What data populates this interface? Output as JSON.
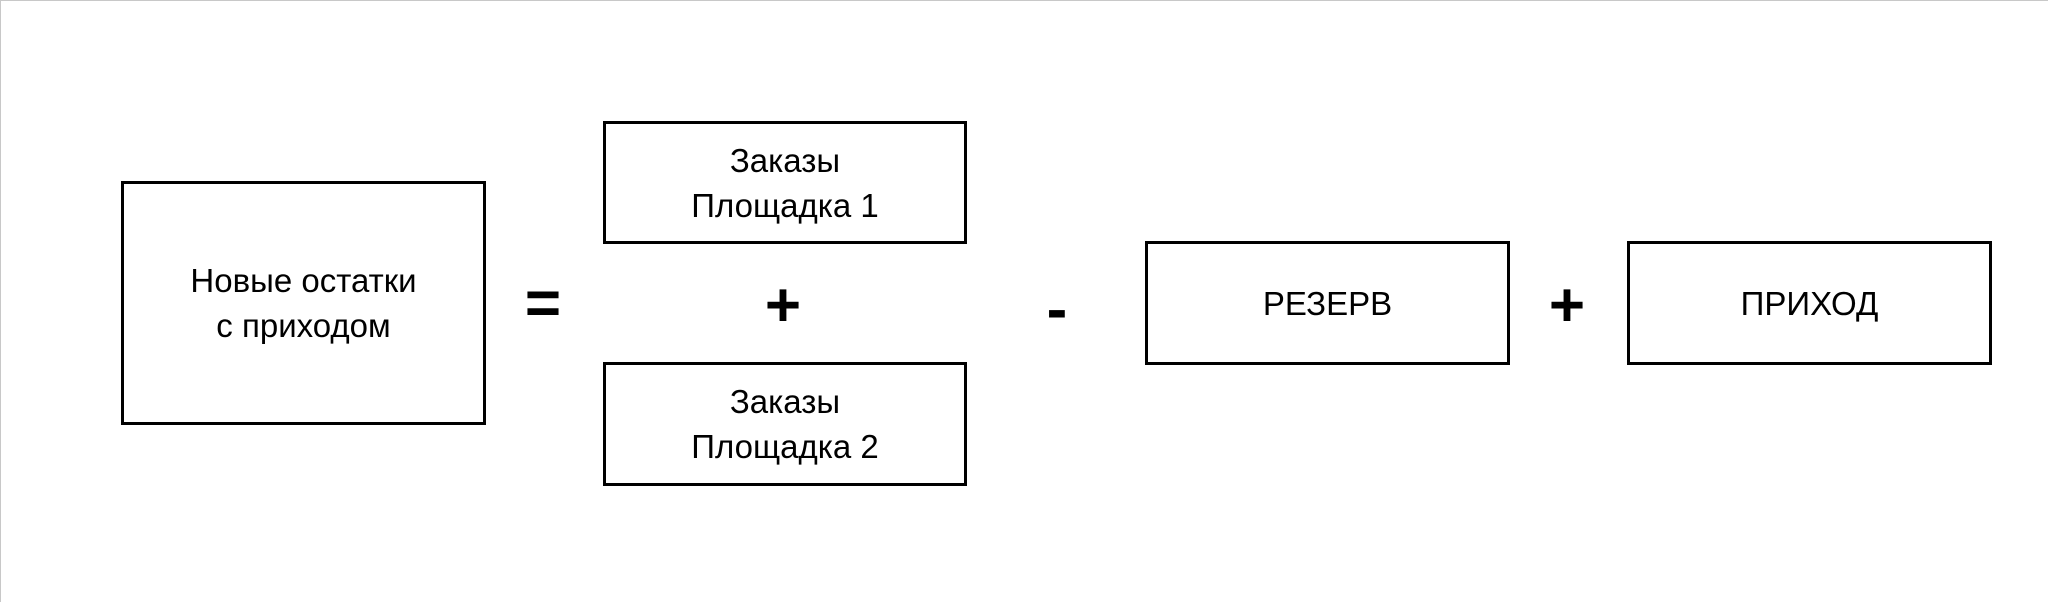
{
  "diagram": {
    "result_box": {
      "text": "Новые остатки\nс приходом"
    },
    "equals_sign": "=",
    "orders_box_1": {
      "text": "Заказы\nПлощадка 1"
    },
    "plus_sign_1": "+",
    "orders_box_2": {
      "text": "Заказы\nПлощадка 2"
    },
    "minus_sign": "-",
    "reserve_box": {
      "text": "РЕЗЕРВ"
    },
    "plus_sign_2": "+",
    "income_box": {
      "text": "ПРИХОД"
    }
  }
}
